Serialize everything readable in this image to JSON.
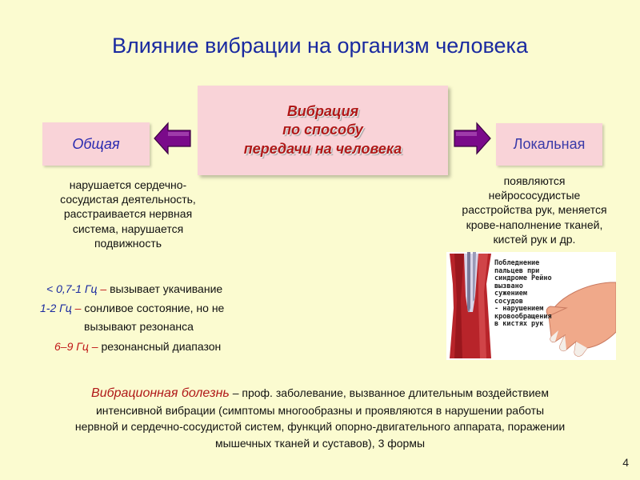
{
  "title": "Влияние вибрации на организм человека",
  "center": {
    "line1": "Вибрация",
    "line2": "по способу",
    "line3": "передачи на человека"
  },
  "left_box": {
    "label": "Общая"
  },
  "right_box": {
    "label": "Локальная"
  },
  "left_text": {
    "line1": "нарушается сердечно-",
    "line2": "сосудистая деятельность,",
    "line3": "расстраивается нервная",
    "line4": "система, нарушается",
    "line5": "подвижность"
  },
  "right_text": {
    "line1": "появляются",
    "line2": "нейрососудистые",
    "line3": "расстройства рук, меняется",
    "line4": "крове-наполнение тканей,",
    "line5": "кистей рук и др."
  },
  "frequencies": [
    {
      "range": "< 0,7-1 Гц",
      "dash": "–",
      "effect": "вызывает укачивание"
    },
    {
      "range": "1-2 Гц",
      "dash": "–",
      "effect": "сонливое состояние, но не",
      "effect2": "вызывают резонанса"
    },
    {
      "range": "6–9 Гц",
      "dash": "–",
      "effect": "резонансный диапазон"
    }
  ],
  "illustration": {
    "caption_lines": [
      "Побледнение",
      "пальцев при",
      "синдроме Рейно",
      "вызвано",
      "сужением",
      "сосудов",
      "- нарушением",
      "кровообращения",
      "в кистях рук"
    ]
  },
  "bottom": {
    "term": "Вибрационная болезнь",
    "dash": "–",
    "line1": "проф. заболевание, вызванное длительным воздействием",
    "line2": "интенсивной вибрации (симптомы многообразны и проявляются в нарушении работы",
    "line3": "нервной и сердечно-сосудистой систем, функций опорно-двигательного аппарата, поражении",
    "line4": "мышечных тканей и суставов), 3 формы"
  },
  "page_number": "4",
  "colors": {
    "background": "#fbfbd0",
    "box": "#f9d3d8",
    "arrow": "#7a0a8a",
    "title": "#1a2aa0",
    "accent_red": "#b01818"
  }
}
